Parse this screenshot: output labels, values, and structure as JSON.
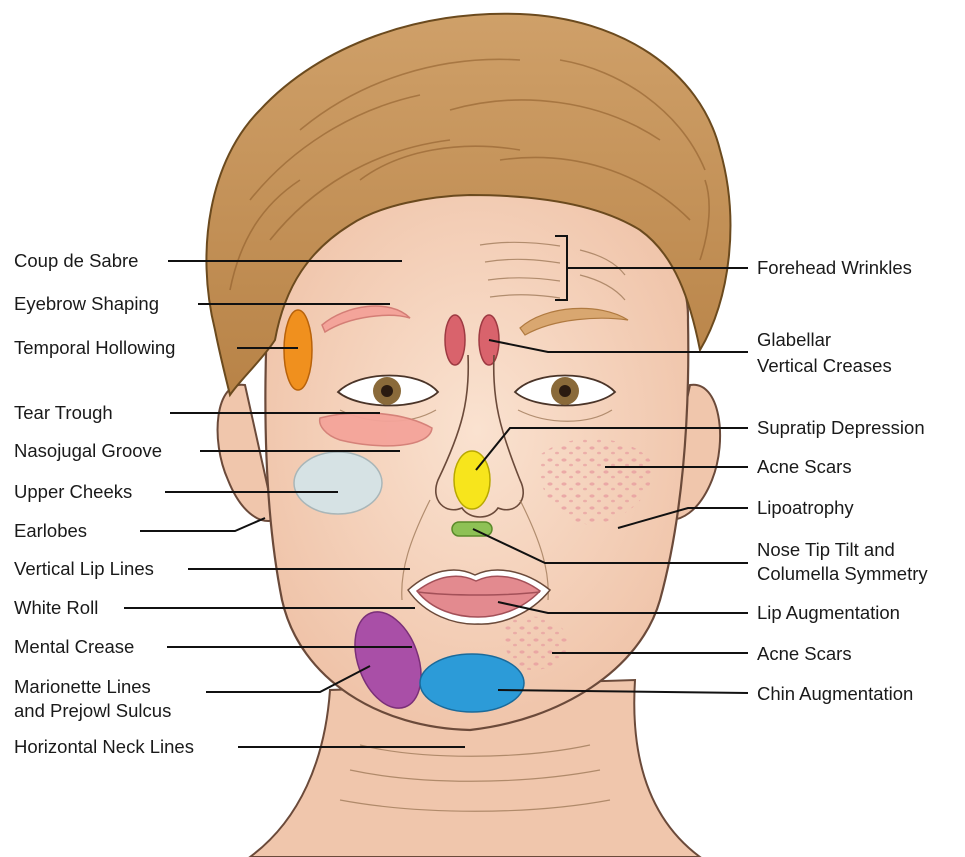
{
  "labels_left": {
    "coup_de_sabre": "Coup de Sabre",
    "eyebrow_shaping": "Eyebrow Shaping",
    "temporal_hollowing": "Temporal Hollowing",
    "tear_trough": "Tear Trough",
    "nasojugal_groove": "Nasojugal Groove",
    "upper_cheeks": "Upper Cheeks",
    "earlobes": "Earlobes",
    "vertical_lip_lines": "Vertical Lip Lines",
    "white_roll": "White Roll",
    "mental_crease": "Mental Crease",
    "marionette_line1": "Marionette Lines",
    "marionette_line2": "and Prejowl Sulcus",
    "horizontal_neck_lines": "Horizontal Neck Lines"
  },
  "labels_right": {
    "forehead_wrinkles": "Forehead Wrinkles",
    "glabellar_line1": "Glabellar",
    "glabellar_line2": "Vertical Creases",
    "supratip_depression": "Supratip Depression",
    "acne_scars_upper": "Acne Scars",
    "lipoatrophy": "Lipoatrophy",
    "nose_tip_line1": "Nose Tip Tilt and",
    "nose_tip_line2": "Columella Symmetry",
    "lip_augmentation": "Lip Augmentation",
    "acne_scars_lower": "Acne Scars",
    "chin_augmentation": "Chin Augmentation"
  },
  "colors": {
    "skin": "#f5d5c0",
    "hair": "#c9955b",
    "temporal_zone": "#f0901e",
    "eyebrow_zone": "#f4a49a",
    "glabellar_zone": "#d9636c",
    "tear_trough_zone": "#f4a49a",
    "upper_cheek_zone": "#d6e2e4",
    "supratip_zone": "#f7e51c",
    "nose_tip_zone": "#8ec155",
    "lip": "#e38a8f",
    "marionette_zone": "#a94fa7",
    "chin_zone": "#2c9bd8",
    "acne_scars": "#e8a5a8"
  }
}
